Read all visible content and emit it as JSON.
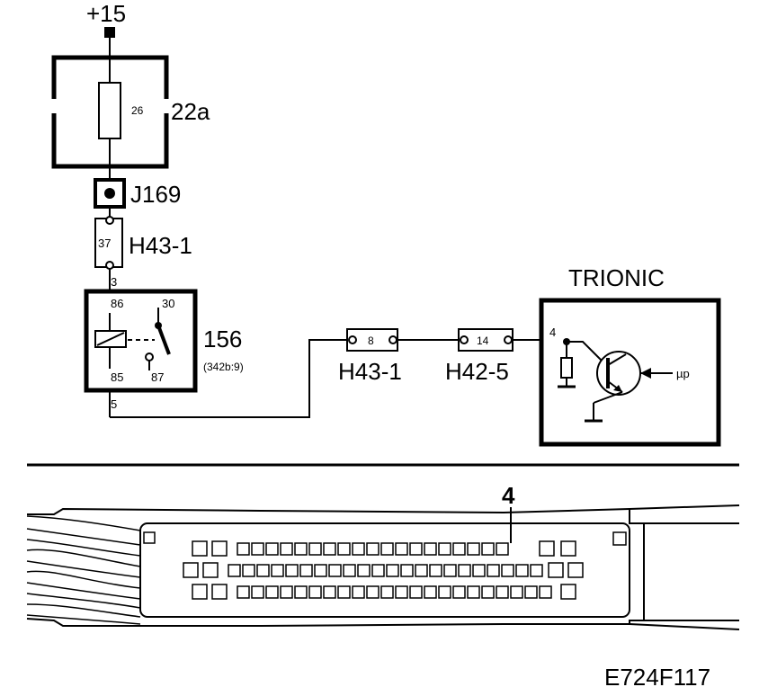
{
  "diagram": {
    "supply_label": "+15",
    "fuse_box": {
      "label": "22a",
      "fuse_number": "26"
    },
    "junction": {
      "label": "J169"
    },
    "connector_top": {
      "label": "H43-1",
      "pin": "37"
    },
    "relay": {
      "label": "156",
      "ref": "(342b:9)",
      "pin_86": "86",
      "pin_30": "30",
      "pin_85": "85",
      "pin_87": "87",
      "wire_in": "3",
      "wire_out": "5"
    },
    "connector_mid_1": {
      "label": "H43-1",
      "pin": "8"
    },
    "connector_mid_2": {
      "label": "H42-5",
      "pin": "14"
    },
    "ecu": {
      "label": "TRIONIC",
      "pin": "4",
      "input_label": "µp"
    },
    "harness_connector": {
      "pin_callout": "4"
    },
    "figure_code": "E724F117"
  }
}
